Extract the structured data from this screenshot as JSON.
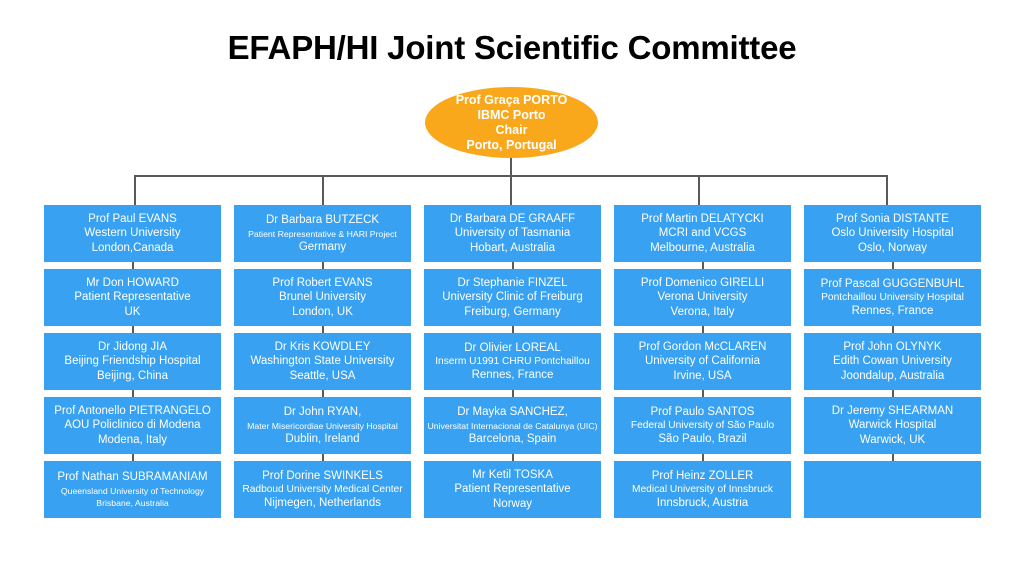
{
  "title": "EFAPH/HI Joint Scientific Committee",
  "colors": {
    "node_blue": "#38A1F2",
    "root_orange": "#F9A81C",
    "connector": "#595959",
    "text_on_node": "#FFFFFF",
    "title_text": "#000000",
    "background": "#FFFFFF"
  },
  "root": {
    "name": "Prof Graça PORTO",
    "affiliation": "IBMC Porto",
    "role": "Chair",
    "location": "Porto, Portugal"
  },
  "columns": [
    {
      "nodes": [
        {
          "name": "Prof Paul EVANS",
          "affiliation": "Western University",
          "location": "London,Canada",
          "affiliation_size": "normal",
          "location_size": "normal"
        },
        {
          "name": "Mr Don HOWARD",
          "affiliation": "Patient Representative",
          "location": "UK",
          "affiliation_size": "normal",
          "location_size": "normal"
        },
        {
          "name": "Dr Jidong JIA",
          "affiliation": "Beijing Friendship Hospital",
          "location": "Beijing, China",
          "affiliation_size": "normal",
          "location_size": "normal"
        },
        {
          "name": "Prof Antonello PIETRANGELO",
          "affiliation": "AOU Policlinico di Modena",
          "location": "Modena, Italy",
          "affiliation_size": "normal",
          "location_size": "normal"
        },
        {
          "name": "Prof Nathan SUBRAMANIAM",
          "affiliation": "Queensland University of Technology",
          "location": "Brisbane, Australia",
          "affiliation_size": "small",
          "location_size": "small"
        }
      ]
    },
    {
      "nodes": [
        {
          "name": "Dr Barbara BUTZECK",
          "affiliation": "Patient Representative & HARI Project",
          "location": "Germany",
          "affiliation_size": "small",
          "location_size": "normal"
        },
        {
          "name": "Prof Robert EVANS",
          "affiliation": "Brunel University",
          "location": "London, UK",
          "affiliation_size": "normal",
          "location_size": "normal"
        },
        {
          "name": "Dr Kris KOWDLEY",
          "affiliation": "Washington State University",
          "location": "Seattle, USA",
          "affiliation_size": "normal",
          "location_size": "normal"
        },
        {
          "name": "Dr John RYAN,",
          "affiliation": "Mater Misericordiae University Hospital",
          "location": "Dublin, Ireland",
          "affiliation_size": "small",
          "location_size": "normal"
        },
        {
          "name": "Prof Dorine SWINKELS",
          "affiliation": "Radboud University Medical Center",
          "location": "Nijmegen, Netherlands",
          "affiliation_size": "mid",
          "location_size": "normal"
        }
      ]
    },
    {
      "nodes": [
        {
          "name": "Dr Barbara DE GRAAFF",
          "affiliation": "University of Tasmania",
          "location": "Hobart, Australia",
          "affiliation_size": "normal",
          "location_size": "normal"
        },
        {
          "name": "Dr Stephanie FINZEL",
          "affiliation": "University Clinic of Freiburg",
          "location": "Freiburg, Germany",
          "affiliation_size": "normal",
          "location_size": "normal"
        },
        {
          "name": "Dr Olivier LOREAL",
          "affiliation": "Inserm U1991 CHRU Pontchaillou",
          "location": "Rennes, France",
          "affiliation_size": "mid",
          "location_size": "normal"
        },
        {
          "name": "Dr Mayka SANCHEZ,",
          "affiliation": "Universitat Internacional de Catalunya (UIC)",
          "location": "Barcelona, Spain",
          "affiliation_size": "small",
          "location_size": "normal"
        },
        {
          "name": "Mr Ketil TOSKA",
          "affiliation": "Patient Representative",
          "location": "Norway",
          "affiliation_size": "normal",
          "location_size": "normal"
        }
      ]
    },
    {
      "nodes": [
        {
          "name": "Prof Martin DELATYCKI",
          "affiliation": "MCRI and VCGS",
          "location": "Melbourne, Australia",
          "affiliation_size": "normal",
          "location_size": "normal"
        },
        {
          "name": "Prof Domenico GIRELLI",
          "affiliation": "Verona University",
          "location": "Verona, Italy",
          "affiliation_size": "normal",
          "location_size": "normal"
        },
        {
          "name": "Prof Gordon McCLAREN",
          "affiliation": "University of California",
          "location": "Irvine, USA",
          "affiliation_size": "normal",
          "location_size": "normal"
        },
        {
          "name": "Prof Paulo SANTOS",
          "affiliation": "Federal University of São Paulo",
          "location": "São Paulo, Brazil",
          "affiliation_size": "mid",
          "location_size": "normal"
        },
        {
          "name": "Prof Heinz ZOLLER",
          "affiliation": "Medical University of Innsbruck",
          "location": "Innsbruck, Austria",
          "affiliation_size": "mid",
          "location_size": "normal"
        }
      ]
    },
    {
      "nodes": [
        {
          "name": "Prof Sonia DISTANTE",
          "affiliation": "Oslo University Hospital",
          "location": "Oslo, Norway",
          "affiliation_size": "normal",
          "location_size": "normal"
        },
        {
          "name": "Prof Pascal GUGGENBUHL",
          "affiliation": "Pontchaillou University Hospital",
          "location": "Rennes, France",
          "affiliation_size": "mid",
          "location_size": "normal"
        },
        {
          "name": "Prof John OLYNYK",
          "affiliation": "Edith Cowan University",
          "location": "Joondalup, Australia",
          "affiliation_size": "normal",
          "location_size": "normal"
        },
        {
          "name": "Dr Jeremy SHEARMAN",
          "affiliation": "Warwick Hospital",
          "location": "Warwick, UK",
          "affiliation_size": "normal",
          "location_size": "normal"
        },
        {
          "name": "",
          "affiliation": "",
          "location": "",
          "affiliation_size": "normal",
          "location_size": "normal"
        }
      ]
    }
  ]
}
